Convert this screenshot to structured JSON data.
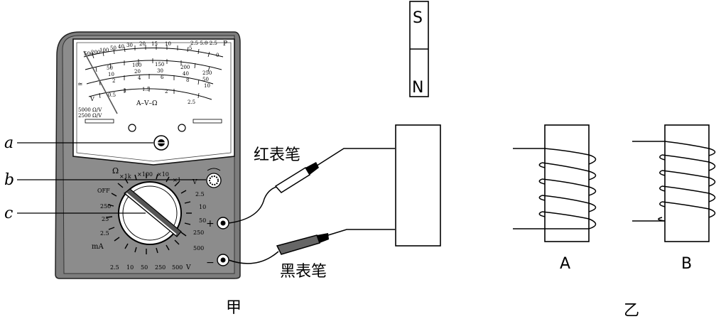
{
  "labels": {
    "a": "a",
    "b": "b",
    "c": "c",
    "red_probe": "红表笔",
    "black_probe": "黑表笔",
    "figure_jia": "甲",
    "figure_yi": "乙",
    "magnet_s": "S",
    "magnet_n": "N",
    "coil_a": "A",
    "coil_b": "B"
  },
  "meter": {
    "dial_center": "A–V–Ω",
    "top_right": "2.5 5.0 2.5",
    "top_right_p": "P",
    "sens_1": "5000 Ω/V",
    "sens_2": "2500 Ω/V",
    "ac_dc": "≃",
    "dc_v": "V",
    "ohm_scale": [
      "500",
      "200",
      "100",
      "50",
      "40",
      "30",
      "20",
      "15",
      "10",
      "5",
      "0"
    ],
    "scale_mid_1": [
      "50",
      "100",
      "150",
      "200",
      "250"
    ],
    "scale_mid_2": [
      "10",
      "20",
      "30",
      "40",
      "50"
    ],
    "scale_mid_3": [
      "2",
      "4",
      "6",
      "8",
      "10"
    ],
    "scale_low": [
      "0.5",
      "1",
      "1.5",
      "2",
      "2.5"
    ],
    "ohm_range_label": "Ω",
    "ohm_ranges": [
      "×1k",
      "×100",
      "×10",
      "×1"
    ],
    "off": "OFF",
    "ma_ranges": [
      "250",
      "25",
      "2.5"
    ],
    "ma_unit": "mA",
    "v_bottom": [
      "2.5",
      "10",
      "50",
      "250",
      "500"
    ],
    "v_unit": "V",
    "v_right": [
      "2.5",
      "10",
      "50",
      "250",
      "500"
    ],
    "v_ac_label": "V",
    "plus": "+",
    "minus": "−"
  }
}
